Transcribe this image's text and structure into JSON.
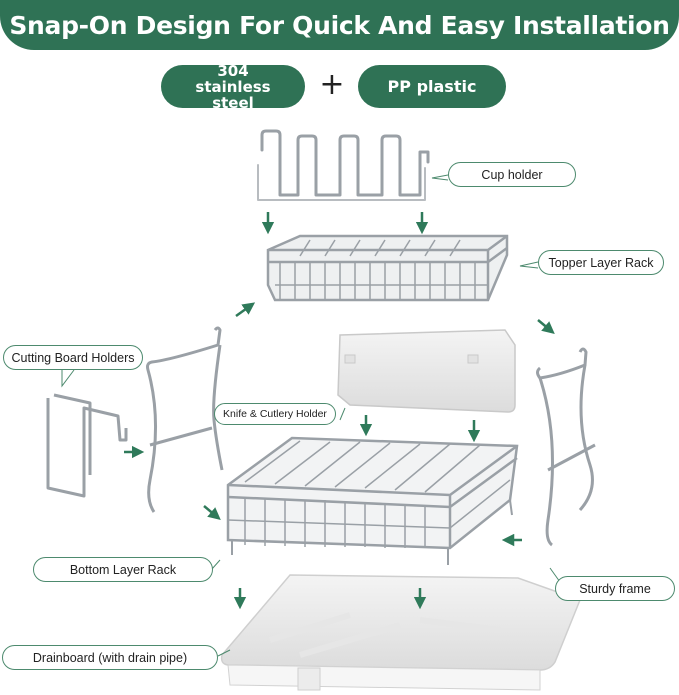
{
  "header": {
    "title": "Snap-On Design For Quick And Easy Installation"
  },
  "materials": {
    "steel_label": "304 stainless steel",
    "plus": "+",
    "plastic_label": "PP plastic"
  },
  "callouts": {
    "cup_holder": "Cup holder",
    "topper_layer_rack": "Topper Layer Rack",
    "cutting_board_holders": "Cutting Board Holders",
    "knife_cutlery_holder": "Knife & Cutlery Holder",
    "bottom_layer_rack": "Bottom Layer Rack",
    "sturdy_frame": "Sturdy frame",
    "drainboard": "Drainboard (with drain pipe)"
  },
  "colors": {
    "brand_green": "#2f7255",
    "arrow_green": "#2f7a5a",
    "steel": "#9aa0a6"
  }
}
